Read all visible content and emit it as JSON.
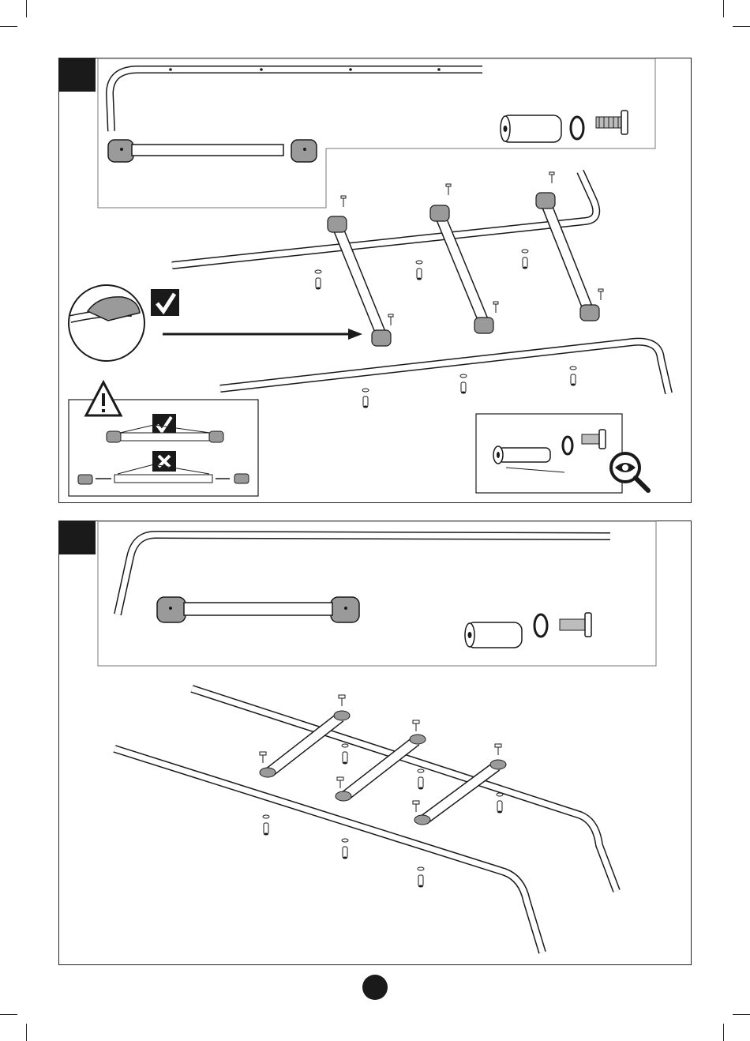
{
  "document": {
    "type": "assembly-instructions",
    "steps": [
      {
        "id": "step-1",
        "badge_label": ""
      },
      {
        "id": "step-2",
        "badge_label": ""
      }
    ],
    "page_number": ""
  },
  "colors": {
    "ink": "#1a1a1a",
    "part_fill": "#ffffff",
    "end_cap_fill": "#9a9a9a",
    "hardware_fill": "#bdbdbd"
  },
  "icons": [
    "check-icon",
    "cross-icon",
    "warning-icon",
    "magnify-eye-icon"
  ]
}
